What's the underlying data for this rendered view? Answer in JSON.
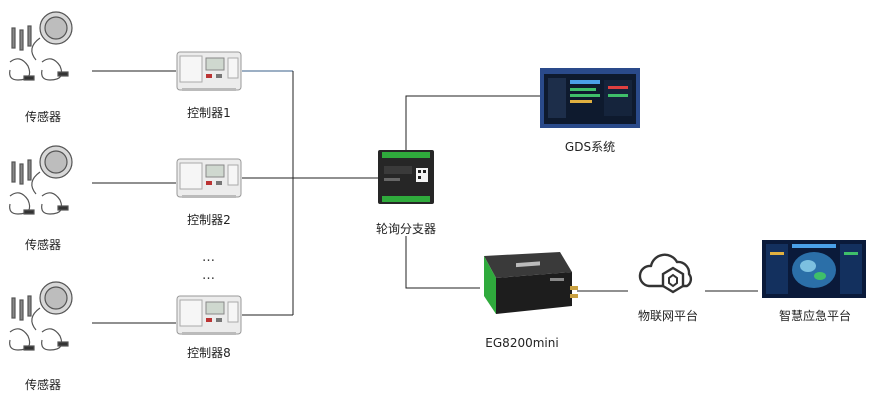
{
  "sensor_groups": [
    {
      "label": "传感器"
    },
    {
      "label": "传感器"
    },
    {
      "label": "传感器"
    }
  ],
  "controllers": [
    {
      "label": "控制器1"
    },
    {
      "label": "控制器2"
    },
    {
      "label": "控制器8"
    }
  ],
  "ellipsis": "…\n…",
  "branch": {
    "label": "轮询分支器"
  },
  "gds": {
    "label": "GDS系统"
  },
  "gateway": {
    "label": "EG8200mini"
  },
  "iot": {
    "label": "物联网平台"
  },
  "emergency": {
    "label": "智慧应急平台"
  },
  "colors": {
    "line": "#222222",
    "bus": "#3a5f8a",
    "device_dark": "#1f1f1f",
    "terminal_green": "#2faa3c"
  }
}
